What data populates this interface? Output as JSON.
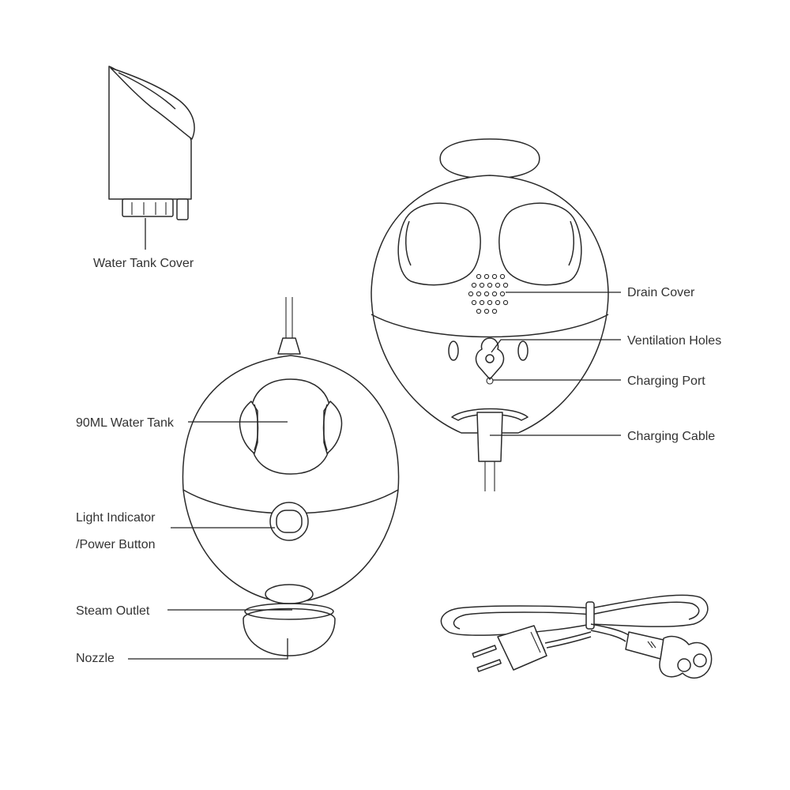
{
  "labels": {
    "water_tank_cover": "Water Tank Cover",
    "water_tank": "90ML Water Tank",
    "light_indicator_line1": "Light Indicator",
    "light_indicator_line2": "/Power Button",
    "steam_outlet": "Steam Outlet",
    "nozzle": "Nozzle",
    "drain_cover": "Drain Cover",
    "ventilation_holes": "Ventilation Holes",
    "charging_port": "Charging Port",
    "charging_cable": "Charging Cable"
  },
  "colors": {
    "line": "#222222",
    "text": "#333333",
    "background": "#ffffff"
  }
}
